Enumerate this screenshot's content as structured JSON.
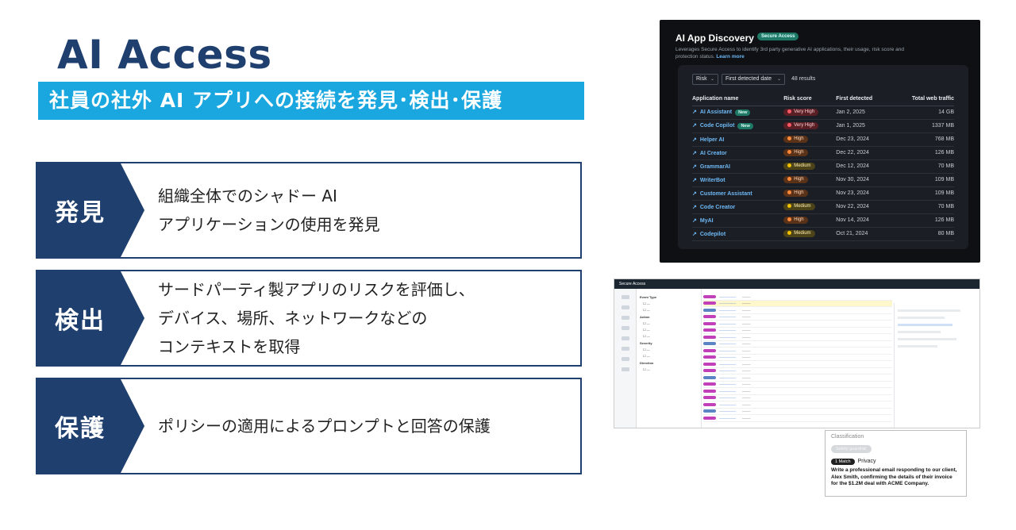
{
  "slide": {
    "title": "AI Access",
    "subtitle": "社員の社外 AI アプリへの接続を発見･検出･保護"
  },
  "cards": [
    {
      "tag": "発見",
      "lines": [
        "組織全体でのシャドー AI",
        "アプリケーションの使用を発見"
      ]
    },
    {
      "tag": "検出",
      "lines": [
        "サードパーティ製アプリのリスクを評価し、",
        "デバイス、場所、ネットワークなどの",
        "コンテキストを取得"
      ]
    },
    {
      "tag": "保護",
      "lines": [
        "ポリシーの適用によるプロンプトと回答の保護"
      ]
    }
  ],
  "discovery": {
    "title": "AI App Discovery",
    "badge": "Secure Access",
    "description": "Leverages Secure Access to identify 3rd party generative AI applications, their usage, risk score and protection status.",
    "learn_more": "Learn more",
    "filter_risk": "Risk",
    "filter_date": "First detected date",
    "results": "48 results",
    "columns": [
      "Application name",
      "Risk score",
      "First detected",
      "Total web traffic"
    ],
    "rows": [
      {
        "app": "AI Assistant",
        "new": "New",
        "risk": "Very High",
        "level": "vh",
        "date": "Jan 2, 2025",
        "traffic": "14 GB"
      },
      {
        "app": "Code Copilot",
        "new": "New",
        "risk": "Very High",
        "level": "vh",
        "date": "Jan 1, 2025",
        "traffic": "1337 MB"
      },
      {
        "app": "Helper AI",
        "new": "",
        "risk": "High",
        "level": "h",
        "date": "Dec 23, 2024",
        "traffic": "768 MB"
      },
      {
        "app": "AI Creator",
        "new": "",
        "risk": "High",
        "level": "h",
        "date": "Dec 22, 2024",
        "traffic": "126 MB"
      },
      {
        "app": "GrammarAI",
        "new": "",
        "risk": "Medium",
        "level": "m",
        "date": "Dec 12, 2024",
        "traffic": "70 MB"
      },
      {
        "app": "WriterBot",
        "new": "",
        "risk": "High",
        "level": "h",
        "date": "Nov 30, 2024",
        "traffic": "109 MB"
      },
      {
        "app": "Customer Assistant",
        "new": "",
        "risk": "High",
        "level": "h",
        "date": "Nov 23, 2024",
        "traffic": "109 MB"
      },
      {
        "app": "Code Creator",
        "new": "",
        "risk": "Medium",
        "level": "m",
        "date": "Nov 22, 2024",
        "traffic": "70 MB"
      },
      {
        "app": "MyAI",
        "new": "",
        "risk": "High",
        "level": "h",
        "date": "Nov 14, 2024",
        "traffic": "126 MB"
      },
      {
        "app": "Codepilot",
        "new": "",
        "risk": "Medium",
        "level": "m",
        "date": "Oct 21, 2024",
        "traffic": "80 MB"
      }
    ]
  },
  "secure_access": {
    "app_title": "Secure Access",
    "filters": [
      "Event Type",
      "Action",
      "Severity",
      "Direction"
    ]
  },
  "classification": {
    "heading": "Classification",
    "tag": "Safety guardrail",
    "match": "1 Match",
    "match_type": "Privacy",
    "prompt": "Write a professional email responding to our client, Alex Smith, confirming the details of their invoice for the $1.2M deal with ACME Company."
  },
  "colors": {
    "navy": "#1f3f6e",
    "cyan": "#1aa7df"
  }
}
